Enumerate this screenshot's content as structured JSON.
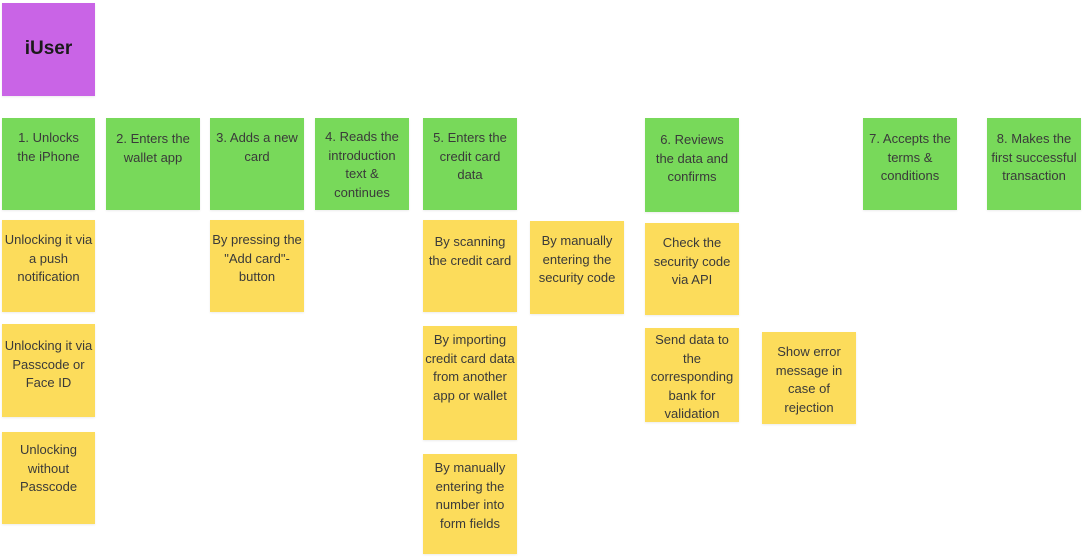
{
  "persona": {
    "label": "iUser"
  },
  "colors": {
    "persona": "#c964e6",
    "step": "#78d95a",
    "detail": "#fcdc5b"
  },
  "steps": [
    {
      "label": "1. Unlocks the iPhone"
    },
    {
      "label": "2. Enters  the wallet app"
    },
    {
      "label": "3. Adds a new card"
    },
    {
      "label": "4. Reads the introduction text & continues"
    },
    {
      "label": "5. Enters the credit card data"
    },
    {
      "label": "6. Reviews the data and confirms"
    },
    {
      "label": "7. Accepts the terms & conditions"
    },
    {
      "label": "8. Makes the first successful transaction"
    }
  ],
  "details": {
    "unlock_push": "Unlocking it via a push notification",
    "unlock_passcode": "Unlocking it via Passcode or Face ID",
    "unlock_without": "Unlocking without Passcode",
    "add_card_button": "By pressing the \"Add card\"-button",
    "scan_card": "By scanning the credit card",
    "security_code_manual": "By manually entering the security code",
    "import_card": "By importing credit card data from another app or wallet",
    "manual_number": "By manually entering the number into form fields",
    "check_security": "Check the security code via API",
    "send_bank": "Send data to the corresponding bank for validation",
    "error_message": "Show error message in case of rejection"
  }
}
